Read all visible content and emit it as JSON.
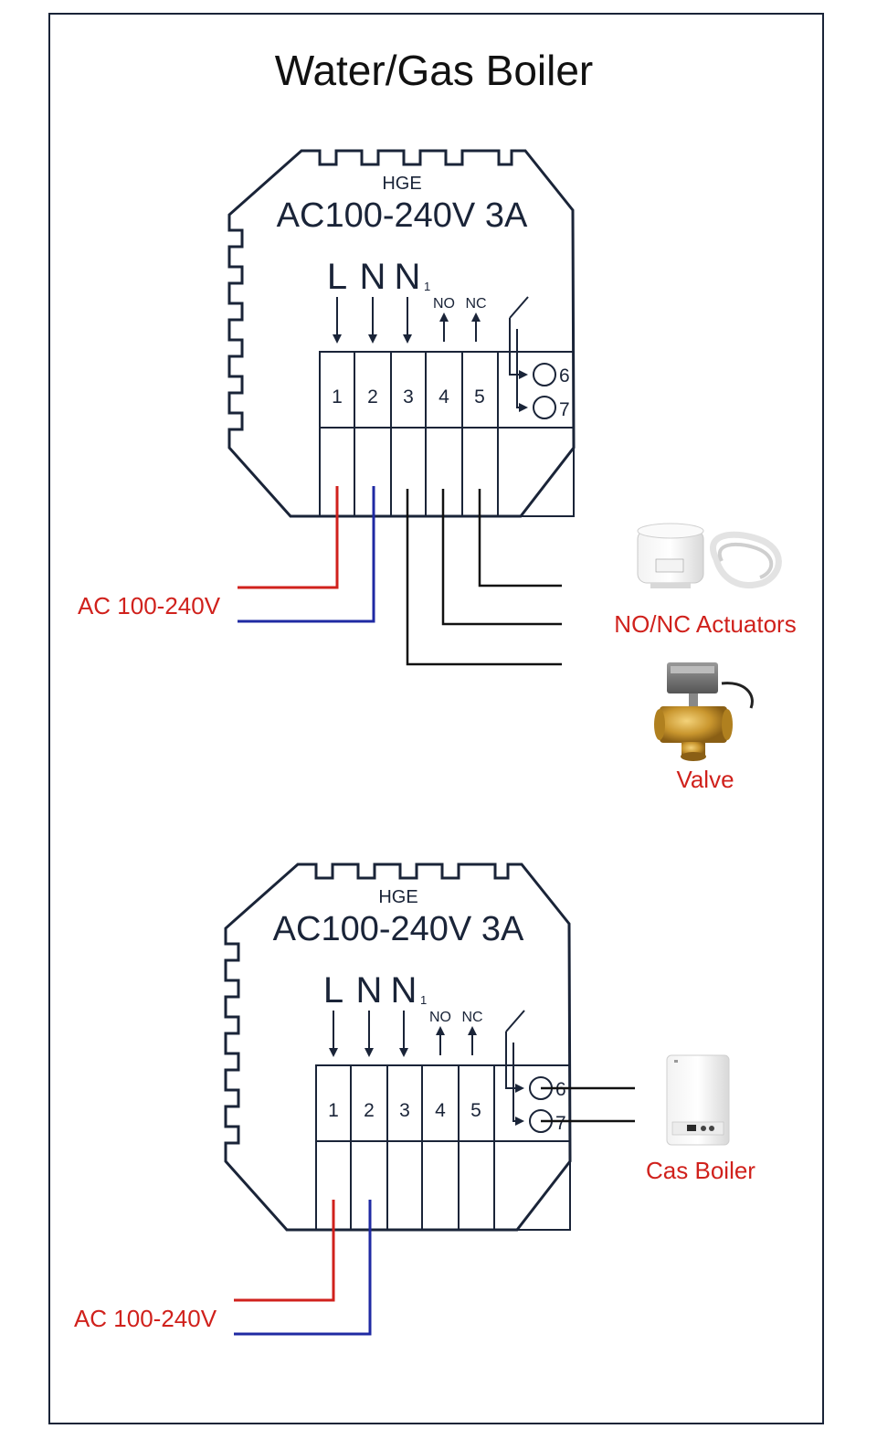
{
  "title": "Water/Gas Boiler",
  "units": [
    {
      "brand": "HGE",
      "rating": "AC100-240V 3A",
      "input_labels": [
        "L",
        "N",
        "N"
      ],
      "n1_subscript": "1",
      "output_labels": [
        "NO",
        "NC"
      ],
      "terminals": [
        "1",
        "2",
        "3",
        "4",
        "5"
      ],
      "relay_terminals": [
        "6",
        "7"
      ],
      "power_label": "AC 100-240V",
      "devices": [
        "NO/NC Actuators",
        "Valve"
      ]
    },
    {
      "brand": "HGE",
      "rating": "AC100-240V 3A",
      "input_labels": [
        "L",
        "N",
        "N"
      ],
      "n1_subscript": "1",
      "output_labels": [
        "NO",
        "NC"
      ],
      "terminals": [
        "1",
        "2",
        "3",
        "4",
        "5"
      ],
      "relay_terminals": [
        "6",
        "7"
      ],
      "power_label": "AC 100-240V",
      "devices": [
        "Cas Boiler"
      ]
    }
  ],
  "colors": {
    "outline": "#1a2438",
    "live_wire": "#d0211c",
    "neutral_wire": "#1f2aa3",
    "signal_wire": "#111111"
  }
}
